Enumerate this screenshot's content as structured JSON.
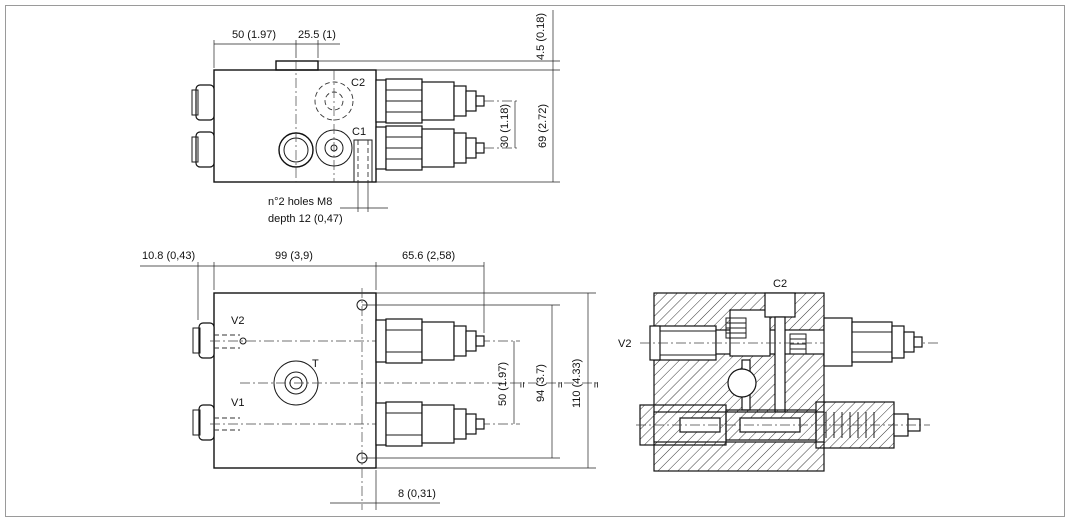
{
  "dimensions": {
    "top_width": "50 (1.97)",
    "top_offset": "25.5 (1)",
    "top_gap": "4.5 (0.18)",
    "top_spacing": "30 (1.18)",
    "top_height": "69 (2.72)",
    "holes_line1": "n°2 holes M8",
    "holes_line2": "depth 12 (0,47)",
    "front_left": "10.8 (0,43)",
    "front_width": "99 (3,9)",
    "front_right": "65.6 (2,58)",
    "front_spacing": "50 (1.97)",
    "front_holes": "94 (3.7)",
    "front_height": "110 (4.33)",
    "front_bottom": "8 (0,31)",
    "equal_sign": "="
  },
  "ports": {
    "c1": "C1",
    "c2": "C2",
    "t": "T",
    "v1": "V1",
    "v2": "V2",
    "section_c2": "C2",
    "section_v2": "V2"
  }
}
